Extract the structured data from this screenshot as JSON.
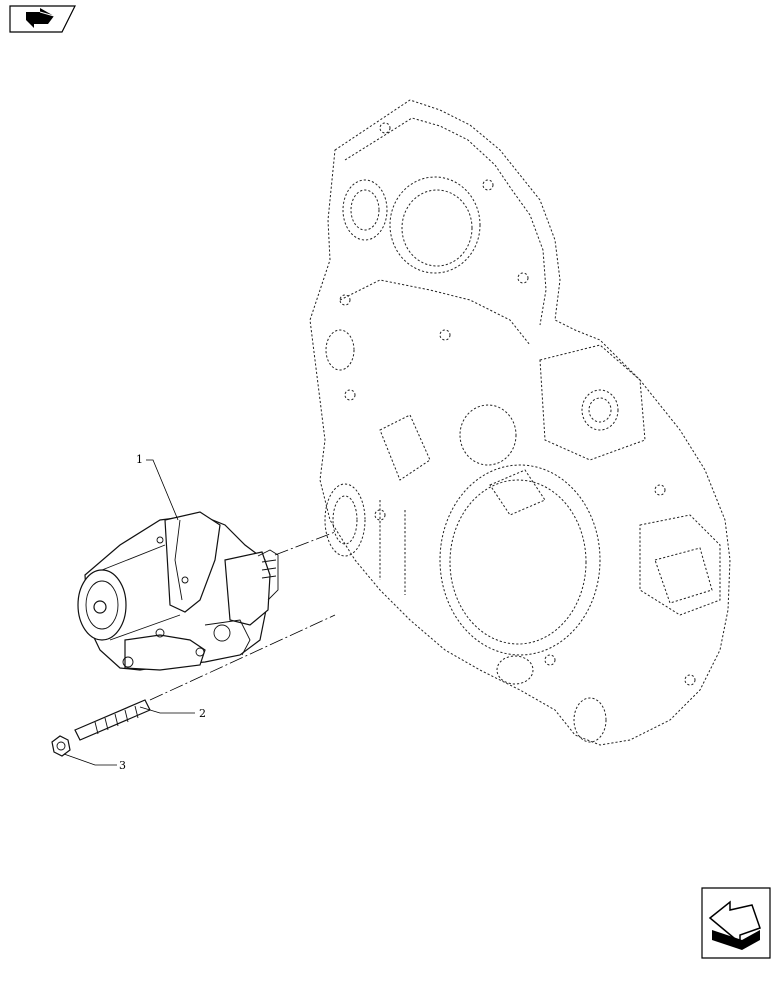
{
  "navigation": {
    "back_icon": "arrow-left-icon",
    "forward_icon": "arrow-right-icon"
  },
  "parts": [
    {
      "callout": "1",
      "part": "starter motor"
    },
    {
      "callout": "2",
      "part": "stud"
    },
    {
      "callout": "3",
      "part": "nut"
    }
  ],
  "colors": {
    "line": "#111111",
    "background": "#ffffff"
  }
}
